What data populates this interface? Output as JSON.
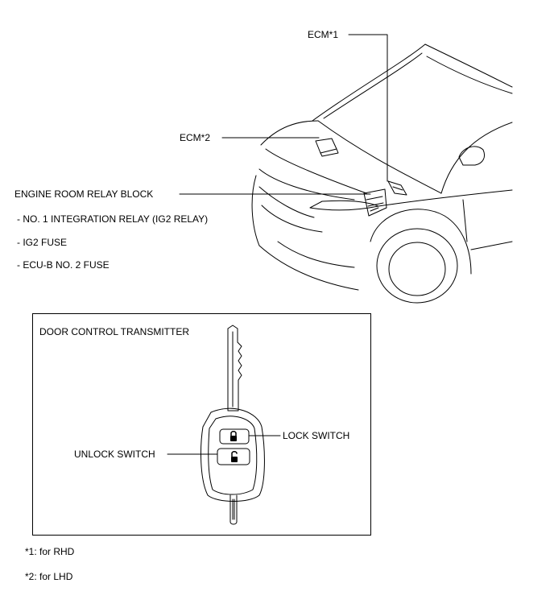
{
  "labels": {
    "ecm1": "ECM*1",
    "ecm2": "ECM*2",
    "relay_block": "ENGINE ROOM RELAY BLOCK",
    "relay_items": [
      "- NO. 1 INTEGRATION RELAY (IG2 RELAY)",
      "- IG2 FUSE",
      "- ECU-B NO. 2 FUSE"
    ],
    "transmitter_title": "DOOR CONTROL TRANSMITTER",
    "lock_switch": "LOCK SWITCH",
    "unlock_switch": "UNLOCK SWITCH"
  },
  "footnotes": [
    "*1: for RHD",
    "*2: for LHD"
  ]
}
